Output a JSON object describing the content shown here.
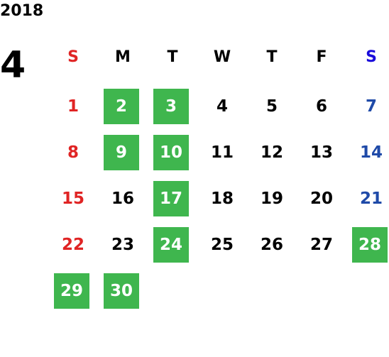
{
  "header": {
    "year": "2018",
    "month": "4"
  },
  "weekdays": [
    {
      "label": "S",
      "color": "#e02424"
    },
    {
      "label": "M",
      "color": "#000000"
    },
    {
      "label": "T",
      "color": "#000000"
    },
    {
      "label": "W",
      "color": "#000000"
    },
    {
      "label": "T",
      "color": "#000000"
    },
    {
      "label": "F",
      "color": "#000000"
    },
    {
      "label": "S",
      "color": "#1a0cdb"
    }
  ],
  "colors": {
    "sunday": "#e02424",
    "saturday_header": "#1a0cdb",
    "saturday_day": "#1f4aa8",
    "highlight": "#3fb64e",
    "highlight_text": "#ffffff",
    "default_text": "#000000"
  },
  "weeks": [
    [
      {
        "day": "1",
        "highlighted": false
      },
      {
        "day": "2",
        "highlighted": true
      },
      {
        "day": "3",
        "highlighted": true
      },
      {
        "day": "4",
        "highlighted": false
      },
      {
        "day": "5",
        "highlighted": false
      },
      {
        "day": "6",
        "highlighted": false
      },
      {
        "day": "7",
        "highlighted": false
      }
    ],
    [
      {
        "day": "8",
        "highlighted": false
      },
      {
        "day": "9",
        "highlighted": true
      },
      {
        "day": "10",
        "highlighted": true
      },
      {
        "day": "11",
        "highlighted": false
      },
      {
        "day": "12",
        "highlighted": false
      },
      {
        "day": "13",
        "highlighted": false
      },
      {
        "day": "14",
        "highlighted": false
      }
    ],
    [
      {
        "day": "15",
        "highlighted": false
      },
      {
        "day": "16",
        "highlighted": false
      },
      {
        "day": "17",
        "highlighted": true
      },
      {
        "day": "18",
        "highlighted": false
      },
      {
        "day": "19",
        "highlighted": false
      },
      {
        "day": "20",
        "highlighted": false
      },
      {
        "day": "21",
        "highlighted": false
      }
    ],
    [
      {
        "day": "22",
        "highlighted": false
      },
      {
        "day": "23",
        "highlighted": false
      },
      {
        "day": "24",
        "highlighted": true
      },
      {
        "day": "25",
        "highlighted": false
      },
      {
        "day": "26",
        "highlighted": false
      },
      {
        "day": "27",
        "highlighted": false
      },
      {
        "day": "28",
        "highlighted": true
      }
    ],
    [
      {
        "day": "29",
        "highlighted": true
      },
      {
        "day": "30",
        "highlighted": true
      }
    ]
  ]
}
